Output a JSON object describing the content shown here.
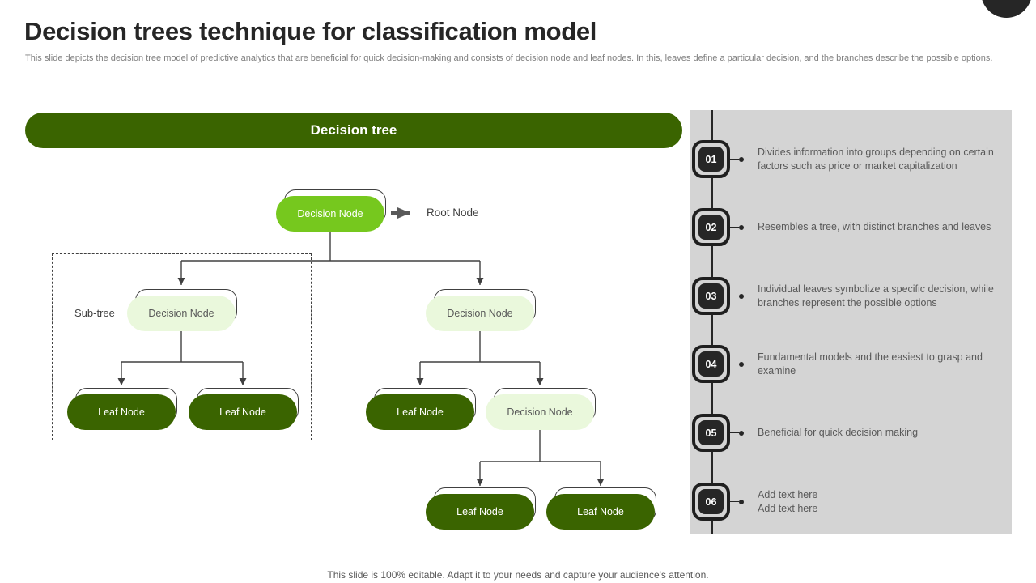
{
  "slide": {
    "title": "Decision trees technique for classification model",
    "subtitle": "This slide depicts the decision tree model of predictive analytics that are beneficial for quick decision-making and consists of decision node and leaf nodes. In this, leaves define a particular decision, and the branches describe the possible options.",
    "footer": "This slide is 100% editable. Adapt it to your needs and capture your audience's attention."
  },
  "banner": {
    "label": "Decision tree"
  },
  "diagram": {
    "root_annotation": "Root Node",
    "subtree_label": "Sub-tree",
    "nodes": {
      "root": "Decision Node",
      "subtree_decision": "Decision Node",
      "right_decision": "Decision Node",
      "subtree_leaf_1": "Leaf Node",
      "subtree_leaf_2": "Leaf Node",
      "right_leaf": "Leaf Node",
      "lower_decision": "Decision Node",
      "bottom_leaf_1": "Leaf Node",
      "bottom_leaf_2": "Leaf Node"
    }
  },
  "sidebar": {
    "items": [
      {
        "number": "01",
        "text": "Divides information into groups depending on certain factors such as price or market capitalization"
      },
      {
        "number": "02",
        "text": "Resembles a tree, with distinct branches and leaves"
      },
      {
        "number": "03",
        "text": "Individual leaves symbolize a specific decision, while branches represent the possible options"
      },
      {
        "number": "04",
        "text": "Fundamental models and the easiest to grasp and examine"
      },
      {
        "number": "05",
        "text": "Beneficial for quick decision making"
      },
      {
        "number": "06",
        "text": "Add text here\nAdd text here"
      }
    ]
  },
  "colors": {
    "dark_green": "#3a6400",
    "bright_green": "#76c81e",
    "light_green": "#eaf8dc",
    "badge_dark": "#262626",
    "sidebar_gray": "#d4d4d4",
    "line_gray": "#404040"
  }
}
